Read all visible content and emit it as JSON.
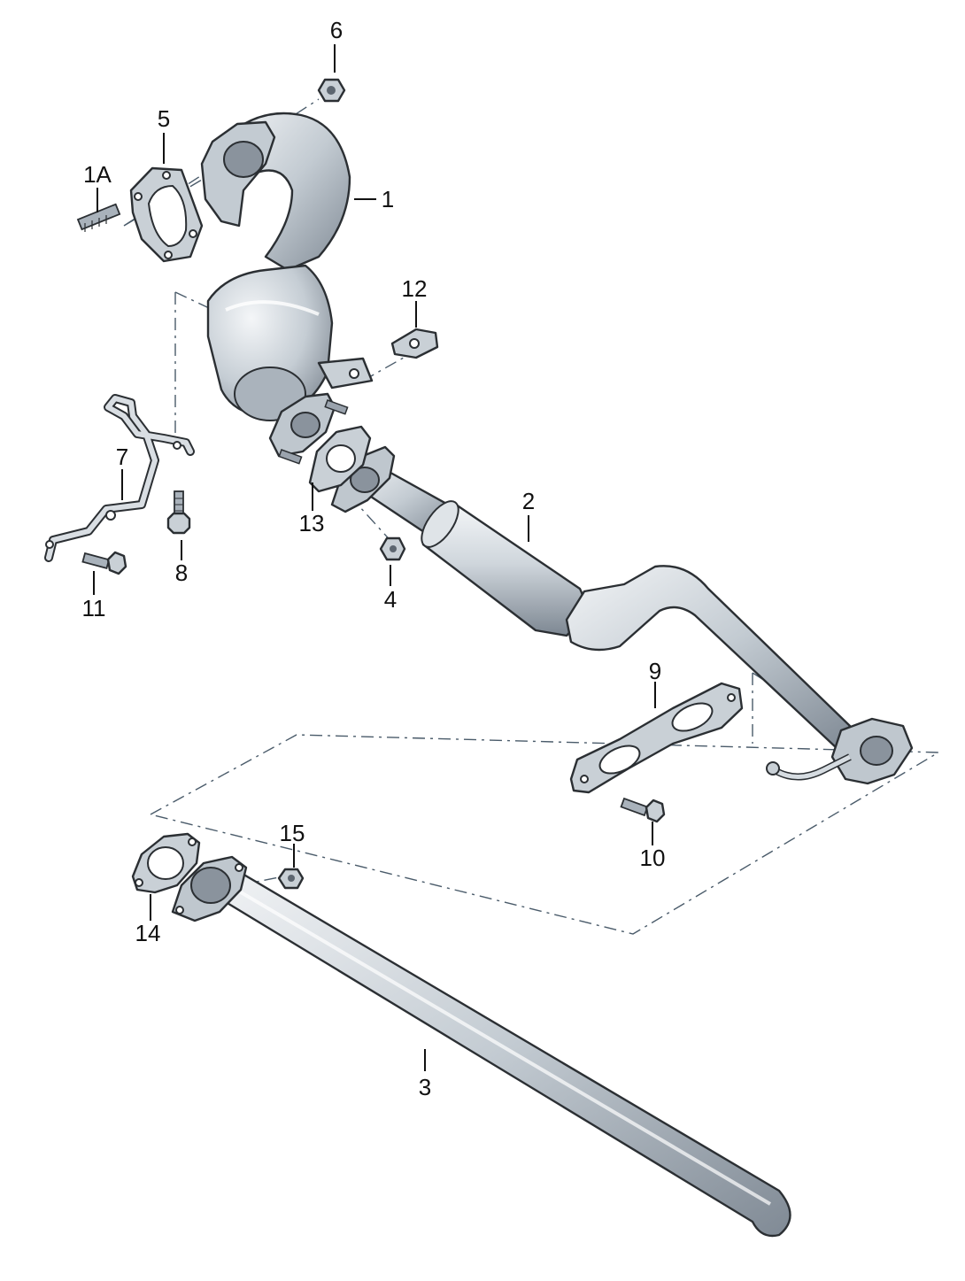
{
  "diagram": {
    "callouts": {
      "p1": "1",
      "p1a": "1A",
      "p2": "2",
      "p3": "3",
      "p4": "4",
      "p5": "5",
      "p6": "6",
      "p7": "7",
      "p8": "8",
      "p9": "9",
      "p10": "10",
      "p11": "11",
      "p12": "12",
      "p13": "13",
      "p14": "14",
      "p15": "15"
    },
    "colors": {
      "metal_light": "#e6eaee",
      "metal_mid": "#b9c2cb",
      "metal_dark": "#7d8792",
      "outline": "#2b2f33",
      "assembly_line": "#4a5b6a"
    }
  }
}
